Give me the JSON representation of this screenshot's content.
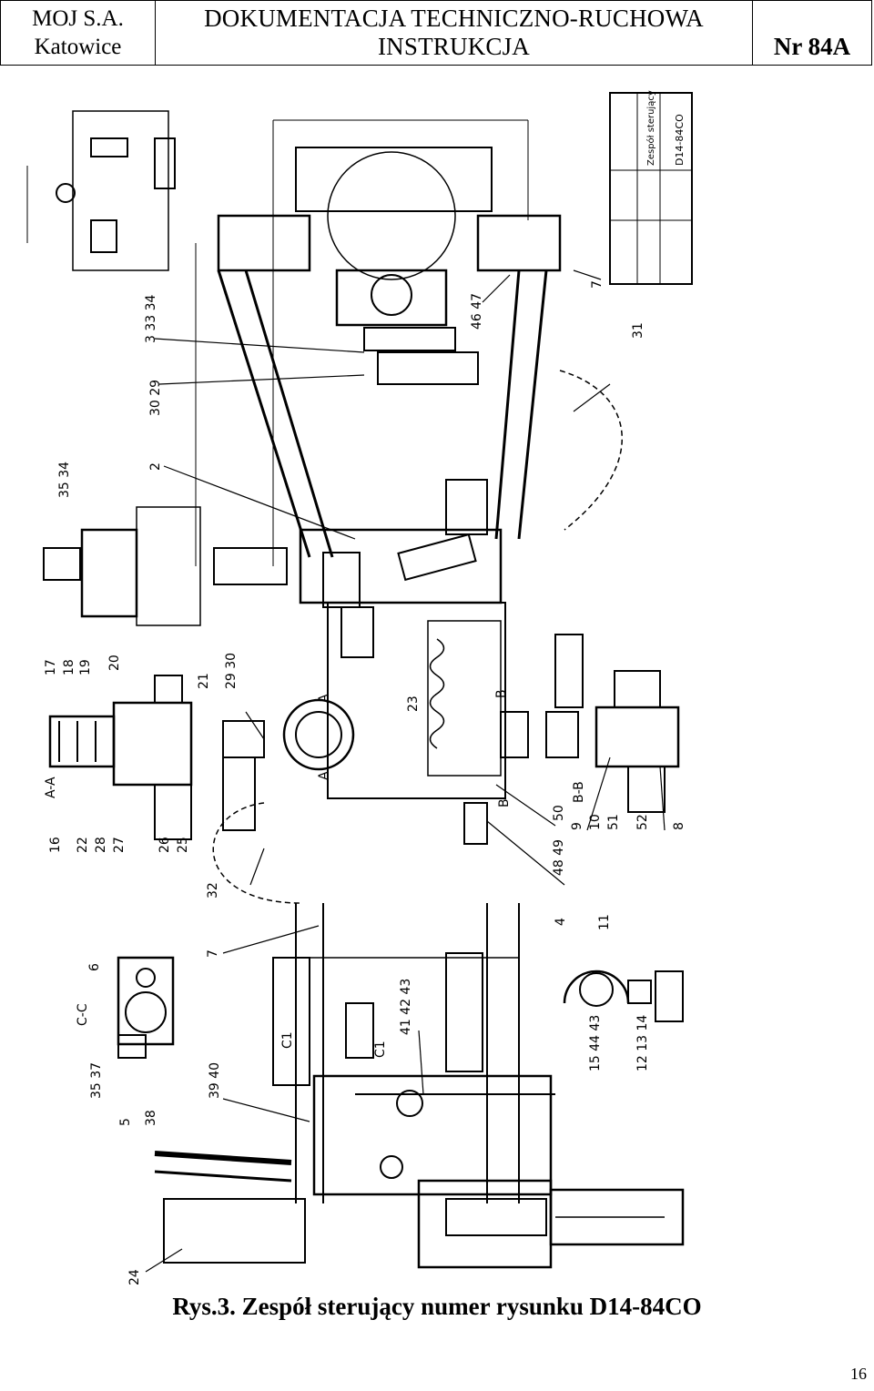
{
  "header": {
    "company": "MOJ S.A.",
    "city": "Katowice",
    "title_line1": "DOKUMENTACJA TECHNICZNO-RUCHOWA",
    "title_line2": "INSTRUKCJA",
    "doc_number": "Nr 84A"
  },
  "drawing": {
    "labels": {
      "l_3_33_34": "3  33 34",
      "l_30_29": "30 29",
      "l_2": "2",
      "l_35_34": "35 34",
      "l_17": "17",
      "l_18": "18",
      "l_19": "19",
      "l_20": "20",
      "l_21": "21",
      "l_29_30": "29 30",
      "l_A_A": "A-A",
      "l_16": "16",
      "l_22": "22",
      "l_28": "28",
      "l_27": "27",
      "l_26": "26",
      "l_25": "25",
      "l_32": "32",
      "l_7a": "7",
      "l_6": "6",
      "l_C_C": "C-C",
      "l_35_37": "35 37",
      "l_39_40": "39 40",
      "l_5": "5",
      "l_38": "38",
      "l_24": "24",
      "l_C1a": "C1",
      "l_C1b": "C1",
      "l_41_42_43": "41 42 43",
      "l_23": "23",
      "l_A1": "A",
      "l_A2": "A",
      "l_B1": "B",
      "l_B2": "B",
      "l_48_49": "48 49",
      "l_50": "50",
      "l_9": "9",
      "l_10": "10",
      "l_51": "51",
      "l_52": "52",
      "l_8": "8",
      "l_B_B": "B-B",
      "l_4": "4",
      "l_11": "11",
      "l_15_44_43": "15 44 43",
      "l_12_13_14": "12 13 14",
      "l_46_47": "46 47",
      "l_31": "31",
      "l_7b": "7",
      "l_title_block": "Zespół sterujący",
      "l_title_num": "D14-84CO"
    }
  },
  "caption": "Rys.3. Zespół sterujący numer rysunku D14-84CO",
  "page_number": "16"
}
